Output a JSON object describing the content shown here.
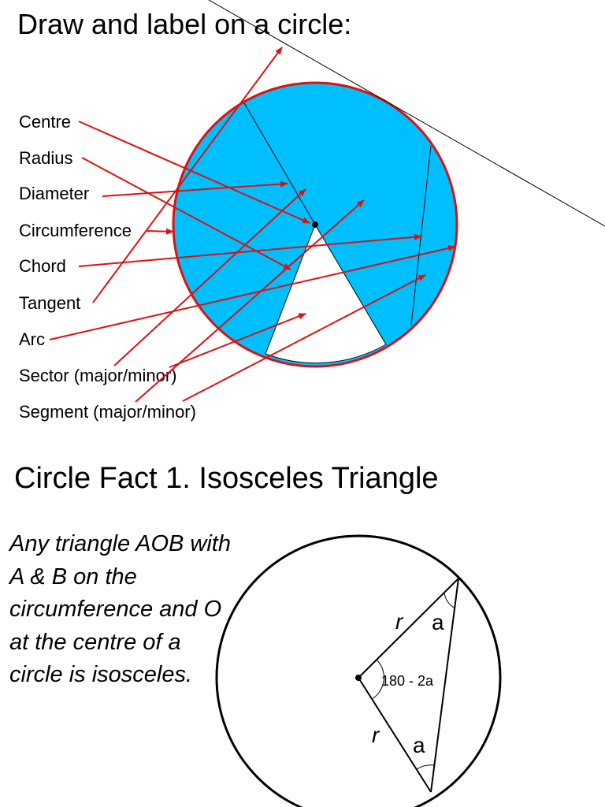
{
  "slide1": {
    "title": "Draw and label on a circle:",
    "labels": [
      "Centre",
      "Radius",
      "Diameter",
      "Circumference",
      "Chord",
      "Tangent",
      "Arc",
      "Sector (major/minor)",
      "Segment (major/minor)"
    ],
    "colors": {
      "circle_fill": "#00bfff",
      "circle_stroke": "#dd1111",
      "arrow": "#dd1111"
    }
  },
  "slide2": {
    "title": "Circle Fact 1. Isosceles Triangle",
    "text": "Any triangle AOB with A & B on the circumference and O at the centre of a circle is isosceles.",
    "figure": {
      "radius_label_top": "r",
      "radius_label_bottom": "r",
      "angle_top": "a",
      "angle_bottom": "a",
      "angle_centre": "180 - 2a"
    }
  }
}
